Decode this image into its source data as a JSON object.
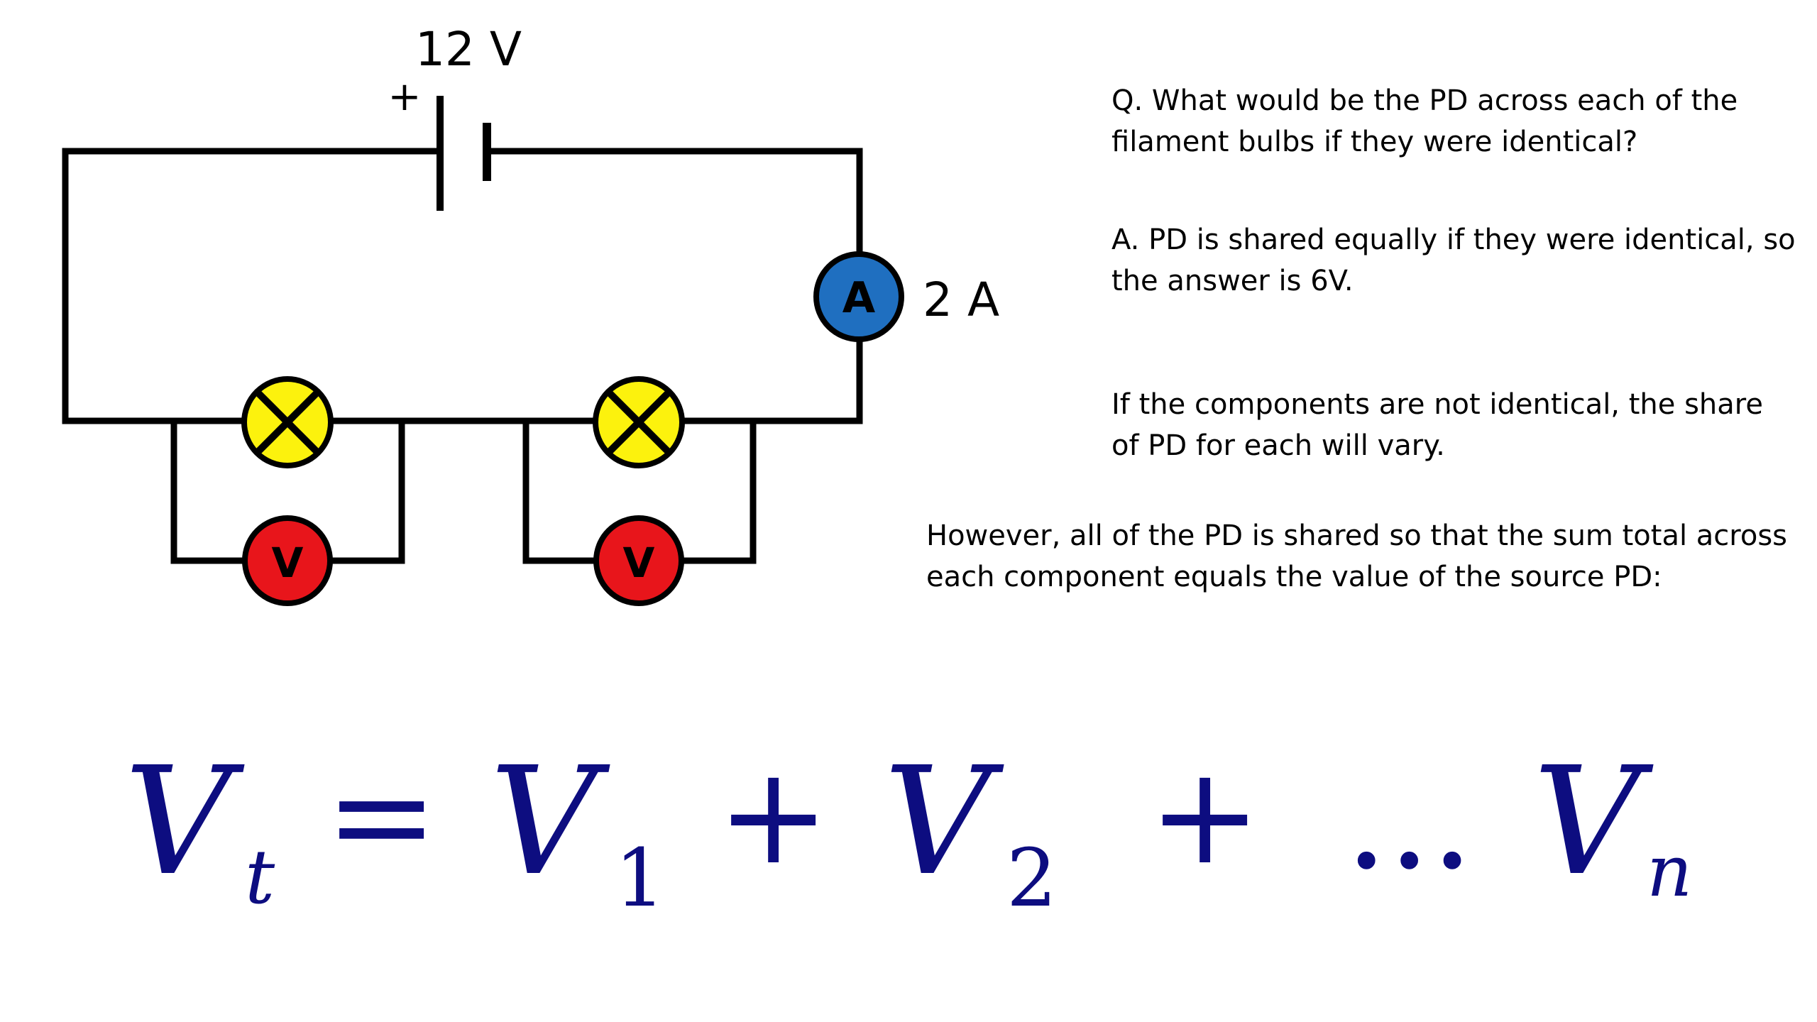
{
  "circuit": {
    "supply_voltage": "12 V",
    "battery_positive": "+",
    "ammeter_symbol": "A",
    "ammeter_reading": "2 A",
    "voltmeter_symbol": "V",
    "colors": {
      "wire": "#000000",
      "ammeter": "#1f6fc0",
      "voltmeter": "#e8151b",
      "bulb": "#fcf20d"
    }
  },
  "text": {
    "question": [
      "Q. What would be the PD across each of the",
      "filament bulbs if they were identical?"
    ],
    "answer": [
      "A. PD is shared equally if they were identical, so",
      "the answer is 6V."
    ],
    "not_identical": [
      "If the components are not identical, the share",
      "of PD for each will vary."
    ],
    "however": [
      "However, all of the PD is shared so that the sum total across",
      "each component equals the value of the source PD:"
    ]
  },
  "equation": {
    "color": "#0d0d80",
    "total_symbol": "V",
    "total_subscript": "t",
    "equals": "=",
    "term1_symbol": "V",
    "term1_subscript": "1",
    "plus1": "+",
    "term2_symbol": "V",
    "term2_subscript": "2",
    "plus2": "+",
    "ellipsis": "...",
    "termn_symbol": "V",
    "termn_subscript": "n"
  }
}
